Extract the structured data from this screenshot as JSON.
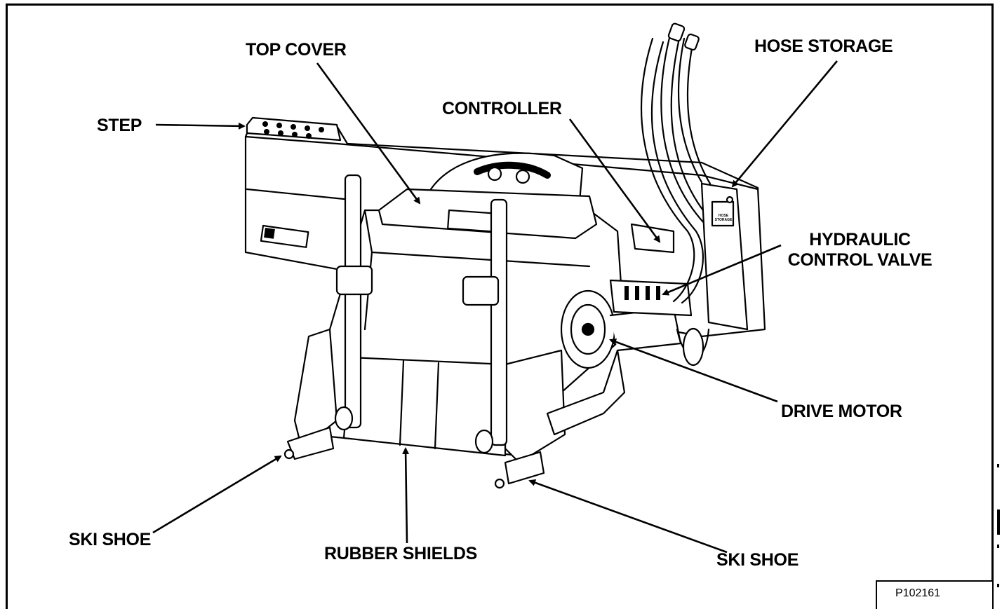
{
  "figure": {
    "id": "P102161"
  },
  "callouts": {
    "top_cover": "TOP COVER",
    "hose_storage": "HOSE STORAGE",
    "step": "STEP",
    "controller": "CONTROLLER",
    "hydraulic_control_valve_line1": "HYDRAULIC",
    "hydraulic_control_valve_line2": "CONTROL VALVE",
    "drive_motor": "DRIVE MOTOR",
    "ski_shoe_left": "SKI SHOE",
    "rubber_shields": "RUBBER SHIELDS",
    "ski_shoe_right": "SKI SHOE"
  },
  "machine_decals": {
    "hose_storage_label_line1": "HOSE",
    "hose_storage_label_line2": "STORAGE"
  }
}
